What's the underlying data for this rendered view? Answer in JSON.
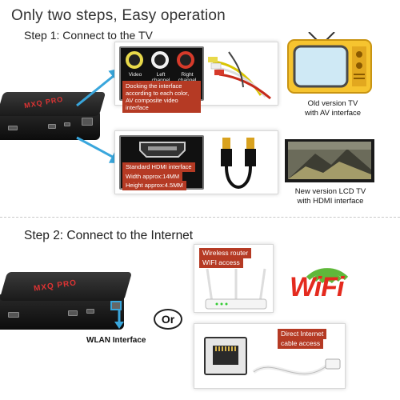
{
  "header": {
    "title": "Only two steps, Easy operation",
    "step1": "Step 1: Connect to the TV",
    "step2": "Step 2: Connect to the Internet"
  },
  "device": {
    "brand": "MXQ PRO"
  },
  "av_panel": {
    "labels": [
      "Video",
      "Left channel",
      "Right channel"
    ],
    "description": "Docking the interface according to each color, AV composite video interface",
    "tv_caption_line1": "Old version TV",
    "tv_caption_line2": "with AV interface"
  },
  "hdmi_panel": {
    "line1": "Standard HDMI interface",
    "line2": "Width approx:14MM",
    "line3": "Height approx:4.5MM",
    "tv_caption_line1": "New version LCD TV",
    "tv_caption_line2": "with HDMI interface"
  },
  "internet": {
    "wlan_label": "WLAN Interface",
    "or_label": "Or",
    "router_line1": "Wireless router",
    "router_line2": "WIFI access",
    "wifi_logo": "WiFi",
    "cable_line1": "Direct Internet",
    "cable_line2": "cable access"
  },
  "colors": {
    "accent_red": "#b53a24",
    "arrow_blue": "#39a6dc",
    "wifi_red": "#e42a1e",
    "wifi_green": "#5fb83a"
  }
}
